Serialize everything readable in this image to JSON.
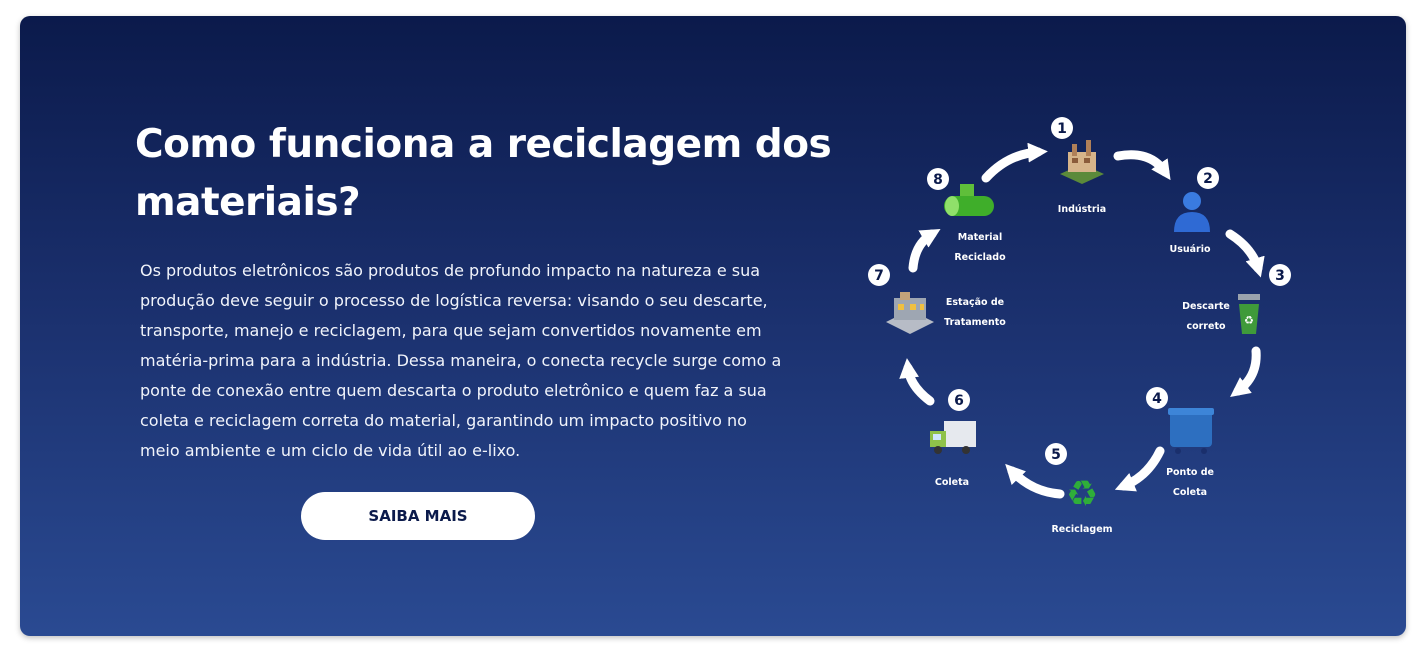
{
  "title": "Como funciona a reciclagem dos materiais?",
  "description": "Os produtos eletrônicos são produtos de profundo impacto na natureza e sua produção deve seguir o processo de logística reversa: visando o seu descarte, transporte, manejo e reciclagem, para que sejam convertidos novamente em matéria-prima para a indústria. Dessa maneira, o conecta recycle surge como a ponte de conexão entre quem descarta o produto eletrônico e quem faz a sua coleta e reciclagem correta do material, garantindo um impacto positivo no meio ambiente e um ciclo de vida útil ao e-lixo.",
  "cta_label": "SAIBA MAIS",
  "colors": {
    "background_top": "#0b1a4b",
    "background_bottom": "#2a4a92",
    "text": "#ffffff",
    "button": "#ffffff",
    "button_text": "#0b1a4b"
  },
  "cycle": {
    "steps": [
      {
        "number": "1",
        "label_lines": [
          "Indústria"
        ],
        "icon": "factory-icon"
      },
      {
        "number": "2",
        "label_lines": [
          "Usuário"
        ],
        "icon": "user-icon"
      },
      {
        "number": "3",
        "label_lines": [
          "Descarte",
          "correto"
        ],
        "icon": "recycle-bin-icon"
      },
      {
        "number": "4",
        "label_lines": [
          "Ponto de",
          "Coleta"
        ],
        "icon": "dumpster-icon"
      },
      {
        "number": "5",
        "label_lines": [
          "Reciclagem"
        ],
        "icon": "recycle-icon"
      },
      {
        "number": "6",
        "label_lines": [
          "Coleta"
        ],
        "icon": "truck-icon"
      },
      {
        "number": "7",
        "label_lines": [
          "Estação de",
          "Tratamento"
        ],
        "icon": "treatment-plant-icon"
      },
      {
        "number": "8",
        "label_lines": [
          "Material",
          "Reciclado"
        ],
        "icon": "recycled-material-icon"
      }
    ]
  }
}
